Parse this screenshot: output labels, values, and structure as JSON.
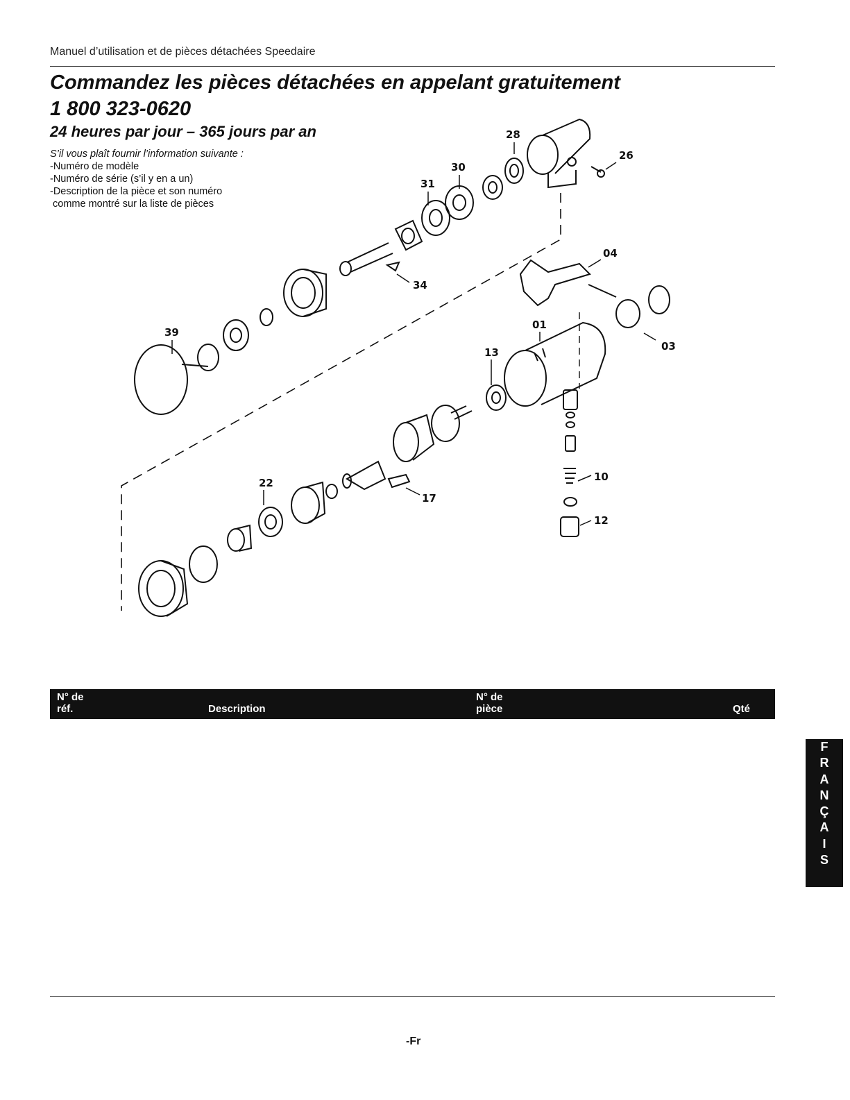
{
  "header": {
    "manual_title": "Manuel d’utilisation et de pièces détachées Speedaire",
    "order_line1": "Commandez les pièces détachées en appelant gratuitement",
    "order_line2": "1 800 323-0620",
    "hours": "24 heures par jour – 365 jours par an"
  },
  "info": {
    "lead": "S’il vous plaît fournir l’information suivante :",
    "items": [
      "-Numéro de modèle",
      "-Numéro de série (s’il y en a un)",
      "-Description de la pièce et son numéro",
      " comme montré sur la liste de pièces"
    ]
  },
  "diagram": {
    "callouts": [
      "28",
      "26",
      "30",
      "31",
      "34",
      "04",
      "39",
      "01",
      "03",
      "13",
      "22",
      "17",
      "10",
      "12"
    ]
  },
  "table": {
    "col_ref_line1": "N° de",
    "col_ref_line2": "réf.",
    "col_desc": "Description",
    "col_part_line1": "N° de",
    "col_part_line2": "pièce",
    "col_qty": "Qté"
  },
  "footer": {
    "page": "-Fr"
  },
  "side_tab": {
    "letters": [
      "F",
      "R",
      "A",
      "N",
      "Ç",
      "A",
      "I",
      "S"
    ]
  }
}
